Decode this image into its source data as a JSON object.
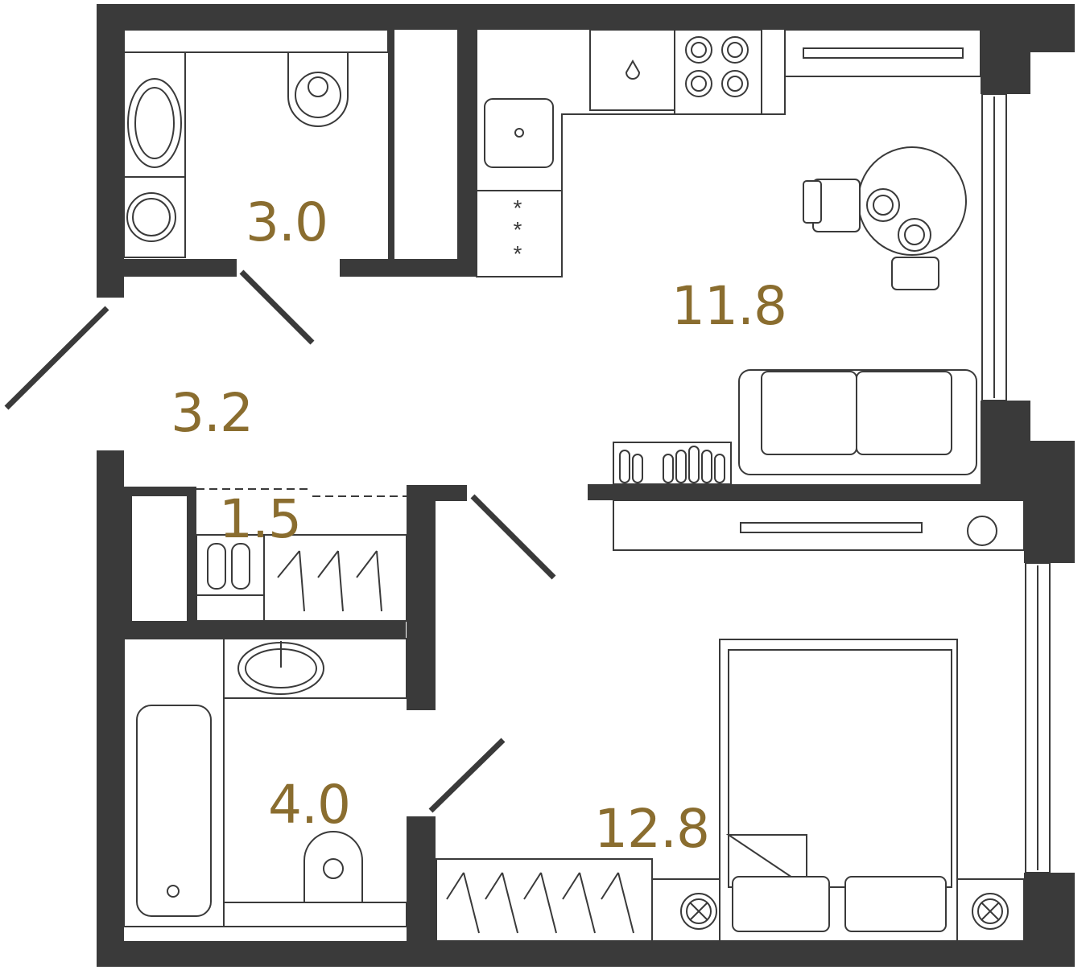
{
  "plan": {
    "accent_color": "#8a6d2f",
    "wall_color": "#3a3a3a",
    "rooms": [
      {
        "id": "bathroom-top",
        "area": "3.0"
      },
      {
        "id": "kitchen-living",
        "area": "11.8"
      },
      {
        "id": "hallway",
        "area": "3.2"
      },
      {
        "id": "closet",
        "area": "1.5"
      },
      {
        "id": "bathroom-bottom",
        "area": "4.0"
      },
      {
        "id": "bedroom",
        "area": "12.8"
      }
    ]
  }
}
